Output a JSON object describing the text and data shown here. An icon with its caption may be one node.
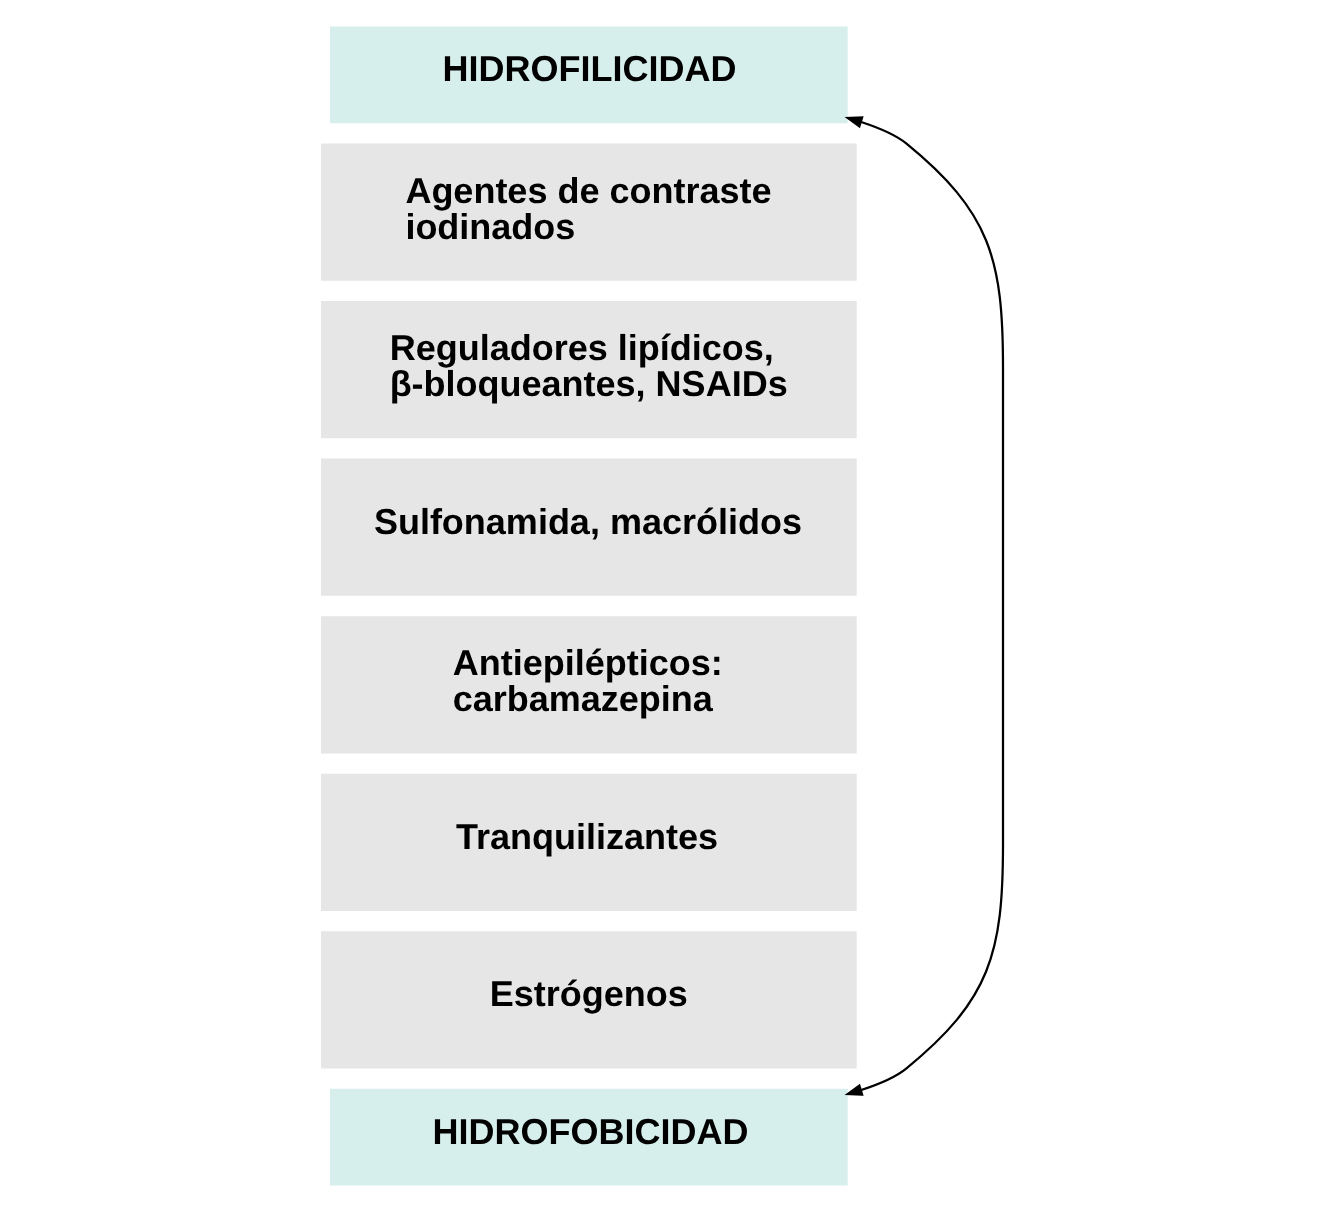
{
  "diagram": {
    "nodes": [
      {
        "text": [
          "HIDROFILICIDAD"
        ]
      },
      {
        "text": [
          "Agentes de contraste iodinados"
        ]
      },
      {
        "text": [
          "Reguladores lipídicos, β-bloqueantes, NSAIDs"
        ]
      },
      {
        "text": [
          "Sulfonamida, macrólidos"
        ]
      },
      {
        "text": [
          "Antiepilépticos: carbamazepina"
        ]
      },
      {
        "text": [
          "Tranquilizantes"
        ]
      },
      {
        "text": [
          "Estrógenos"
        ]
      },
      {
        "text": [
          "HIDROFOBICIDAD"
        ]
      }
    ],
    "edges": [
      {
        "from": 0,
        "to": 7,
        "arrow": "both"
      }
    ]
  }
}
